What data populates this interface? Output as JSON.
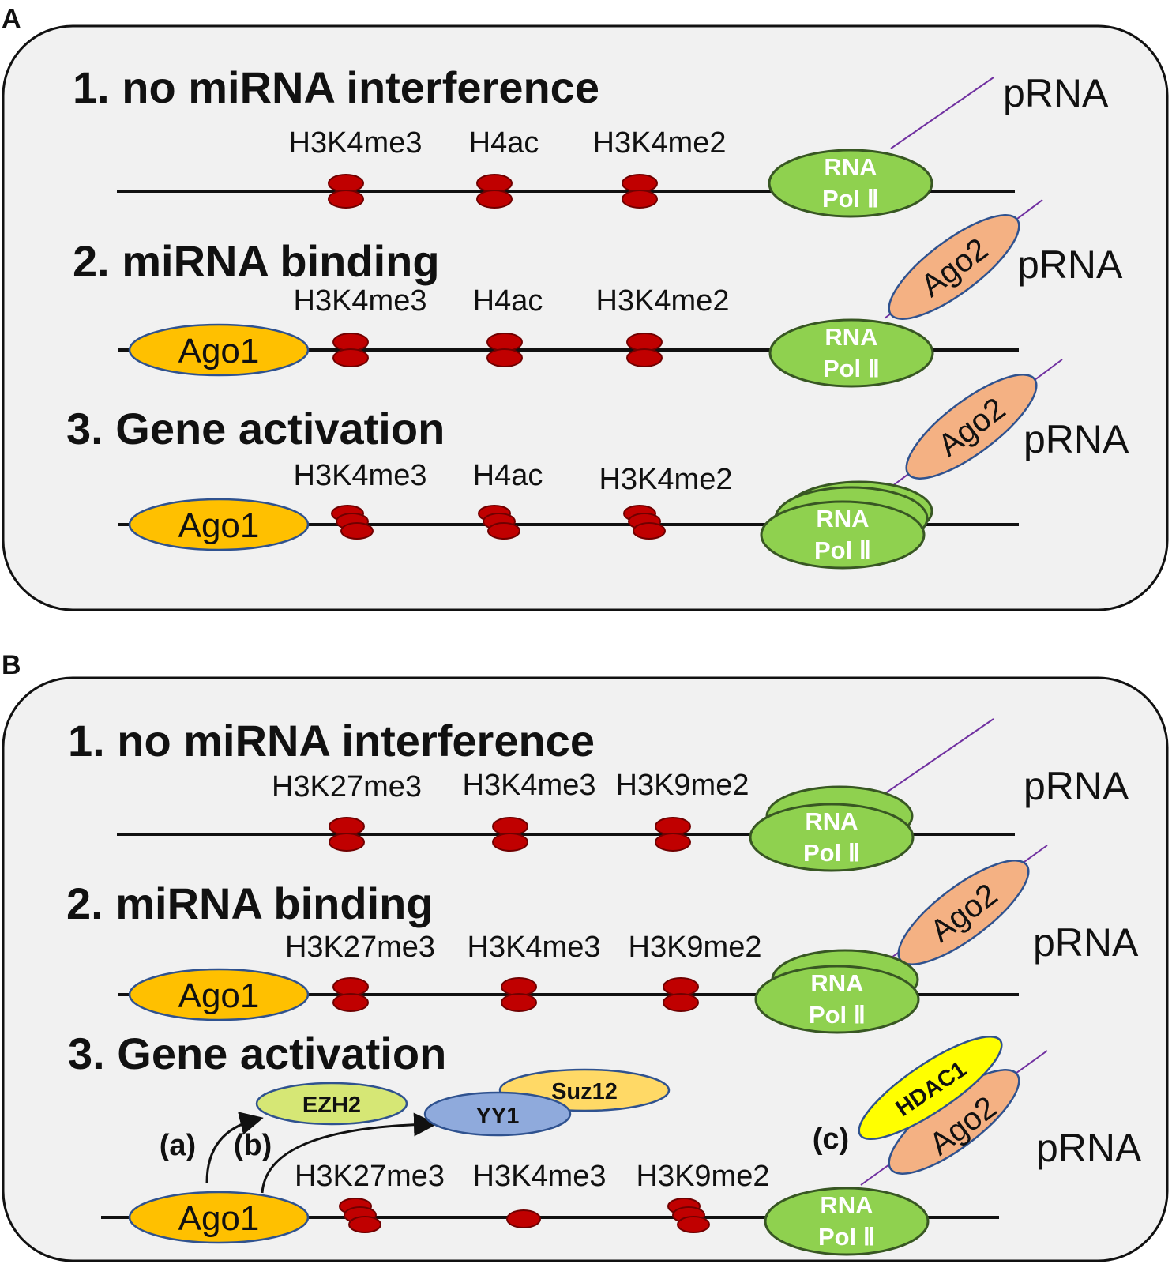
{
  "colors": {
    "panel_fill": "#f1f1f1",
    "nucleosome": "#c00000",
    "pol2": "#8fd14f",
    "ago1": "#ffc000",
    "ago2": "#f4b183",
    "ezh2": "#d6e775",
    "yy1": "#8faadc",
    "suz12": "#ffd966",
    "hdac1": "#ffff00",
    "prna_line": "#7030a0"
  },
  "labels": {
    "pol_line1": "RNA",
    "pol_line2": "Pol Ⅱ",
    "ago1": "Ago1",
    "ago2": "Ago2",
    "prna": "pRNA",
    "ezh2": "EZH2",
    "yy1": "YY1",
    "suz12": "Suz12",
    "hdac1": "HDAC1",
    "a": "(a)",
    "b": "(b)",
    "c": "(c)"
  },
  "panelA": {
    "letter": "A",
    "rows": [
      {
        "title": "1. no miRNA interference",
        "marks": [
          "H3K4me3",
          "H4ac",
          "H3K4me2"
        ]
      },
      {
        "title": "2. miRNA binding",
        "marks": [
          "H3K4me3",
          "H4ac",
          "H3K4me2"
        ]
      },
      {
        "title": "3. Gene activation",
        "marks": [
          "H3K4me3",
          "H4ac",
          "H3K4me2"
        ]
      }
    ]
  },
  "panelB": {
    "letter": "B",
    "rows": [
      {
        "title": "1. no miRNA interference",
        "marks": [
          "H3K27me3",
          "H3K4me3",
          "H3K9me2"
        ]
      },
      {
        "title": "2. miRNA binding",
        "marks": [
          "H3K27me3",
          "H3K4me3",
          "H3K9me2"
        ]
      },
      {
        "title": "3. Gene activation",
        "marks": [
          "H3K27me3",
          "H3K4me3",
          "H3K9me2"
        ]
      }
    ]
  }
}
